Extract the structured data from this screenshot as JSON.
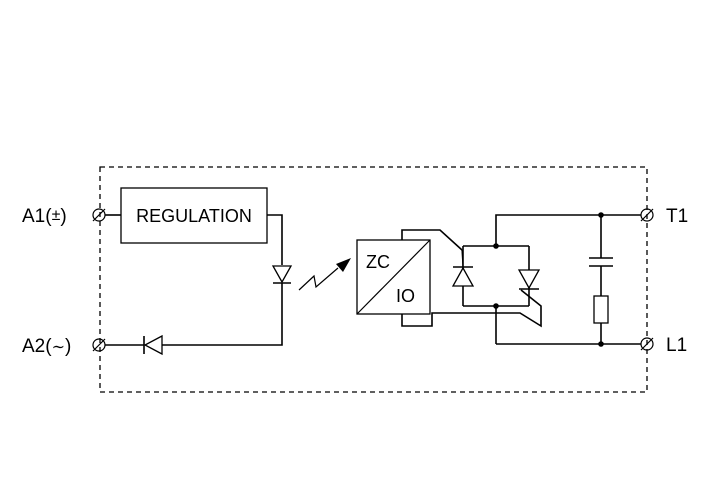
{
  "diagram": {
    "terminals": {
      "a1": {
        "label": "A1(",
        "polarity": "±",
        "close": ")"
      },
      "a2": {
        "label": "A2(",
        "polarity": "∼",
        "close": ")"
      },
      "t1": {
        "label": "T1"
      },
      "l1": {
        "label": "L1"
      }
    },
    "blocks": {
      "regulation": {
        "label": "REGULATION"
      },
      "controller": {
        "top": "ZC",
        "bottom": "IO"
      }
    }
  }
}
